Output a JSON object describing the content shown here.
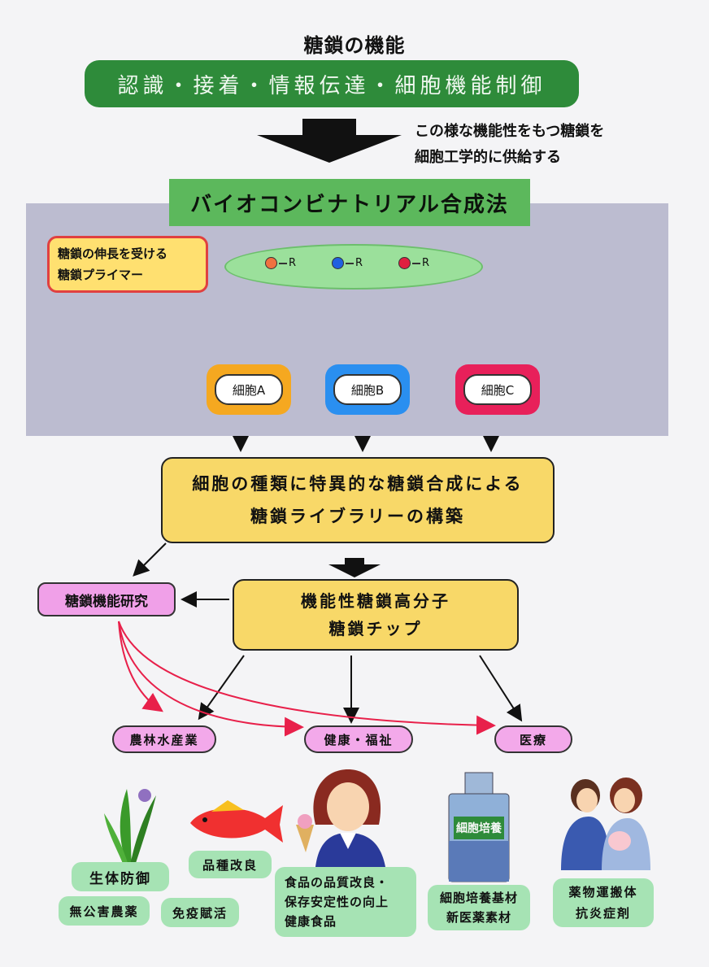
{
  "title": "糖鎖の機能",
  "functions_banner": "認識・接着・情報伝達・細胞機能制御",
  "note": [
    "この様な機能性をもつ糖鎖を",
    "細胞工学的に供給する"
  ],
  "method": "バイオコンビナトリアル合成法",
  "primer_box": [
    "糖鎖の伸長を受ける",
    "糖鎖プライマー"
  ],
  "primers": [
    {
      "label": "R",
      "color": "#f07040"
    },
    {
      "label": "R",
      "color": "#2060e0"
    },
    {
      "label": "R",
      "color": "#e02040"
    }
  ],
  "cells": [
    {
      "label": "細胞A",
      "color": "#f5a820"
    },
    {
      "label": "細胞B",
      "color": "#2a8ff0"
    },
    {
      "label": "細胞C",
      "color": "#e8205a"
    }
  ],
  "library": [
    "細胞の種類に特異的な糖鎖合成による",
    "糖鎖ライブラリーの構築"
  ],
  "products": [
    "機能性糖鎖高分子",
    "糖鎖チップ"
  ],
  "research": "糖鎖機能研究",
  "fields": [
    "農林水産業",
    "健康・福祉",
    "医療"
  ],
  "application_labels": {
    "defense": "生体防御",
    "breeding": "品種改良",
    "pesticide_free": "無公害農薬",
    "immunity": "免疫賦活",
    "food": [
      "食品の品質改良・",
      "保存安定性の向上",
      "健康食品"
    ],
    "culture_bottle": "細胞培養",
    "materials": [
      "細胞培養基材",
      "新医薬素材"
    ],
    "drug": [
      "薬物運搬体",
      "抗炎症剤"
    ]
  },
  "colors": {
    "arrow_black": "#111111",
    "arrow_red": "#e8204a"
  }
}
